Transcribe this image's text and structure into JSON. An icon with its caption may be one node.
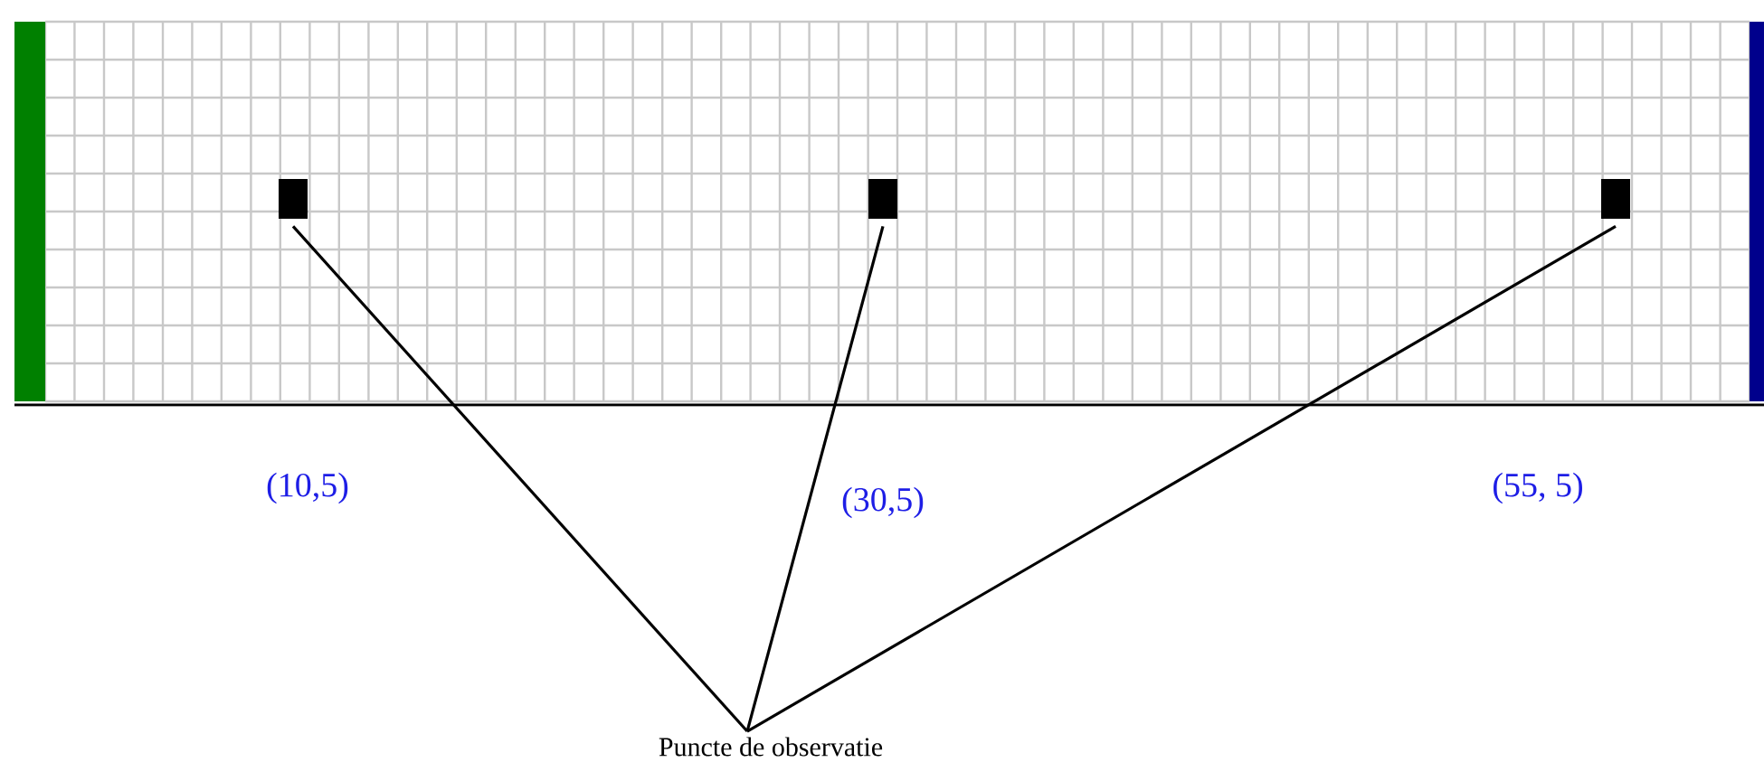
{
  "diagram": {
    "nodes": [
      {
        "text": [],
        "shape": "box"
      },
      {
        "text": [],
        "shape": "box"
      },
      {
        "text": [],
        "shape": "box"
      },
      {
        "text": [
          "Puncte de observatie"
        ]
      }
    ],
    "edges": [
      {
        "from": 3,
        "to": 0,
        "arrow": "none"
      },
      {
        "from": 3,
        "to": 1,
        "arrow": "none"
      },
      {
        "from": 3,
        "to": 2,
        "arrow": "none"
      }
    ],
    "labels": [
      "(10,5)",
      "(30,5)",
      "(55, 5)"
    ]
  }
}
